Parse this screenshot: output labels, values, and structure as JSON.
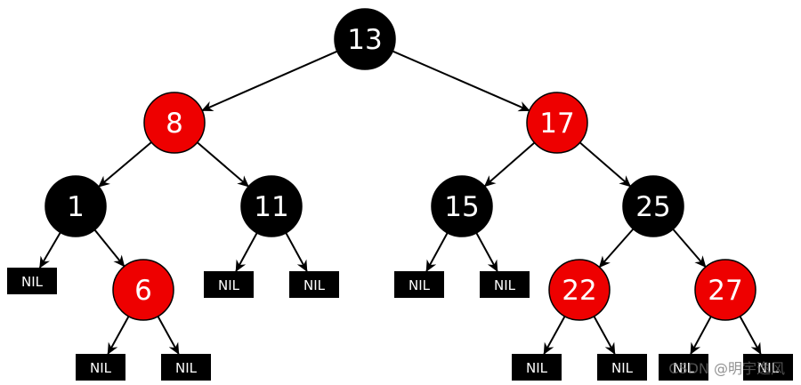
{
  "colors": {
    "red": "#ee0000",
    "black": "#000000",
    "text": "#ffffff"
  },
  "tree": {
    "nodes": [
      {
        "id": "n13",
        "label": "13",
        "color": "black"
      },
      {
        "id": "n8",
        "label": "8",
        "color": "red"
      },
      {
        "id": "n17",
        "label": "17",
        "color": "red"
      },
      {
        "id": "n1",
        "label": "1",
        "color": "black"
      },
      {
        "id": "n11",
        "label": "11",
        "color": "black"
      },
      {
        "id": "n15",
        "label": "15",
        "color": "black"
      },
      {
        "id": "n25",
        "label": "25",
        "color": "black"
      },
      {
        "id": "n6",
        "label": "6",
        "color": "red"
      },
      {
        "id": "n22",
        "label": "22",
        "color": "red"
      },
      {
        "id": "n27",
        "label": "27",
        "color": "red"
      }
    ],
    "nil_label": "NIL",
    "edges": [
      [
        "n13",
        "n8"
      ],
      [
        "n13",
        "n17"
      ],
      [
        "n8",
        "n1"
      ],
      [
        "n8",
        "n11"
      ],
      [
        "n17",
        "n15"
      ],
      [
        "n17",
        "n25"
      ],
      [
        "n1",
        "nil1"
      ],
      [
        "n1",
        "n6"
      ],
      [
        "n11",
        "nil3"
      ],
      [
        "n11",
        "nil4"
      ],
      [
        "n15",
        "nil5"
      ],
      [
        "n15",
        "nil6"
      ],
      [
        "n25",
        "n22"
      ],
      [
        "n25",
        "n27"
      ],
      [
        "n6",
        "nil7"
      ],
      [
        "n6",
        "nil8"
      ],
      [
        "n22",
        "nil9"
      ],
      [
        "n22",
        "nil10"
      ],
      [
        "n27",
        "nil11"
      ],
      [
        "n27",
        "nil12"
      ]
    ]
  },
  "watermark": "CSDN @明宇逸风"
}
